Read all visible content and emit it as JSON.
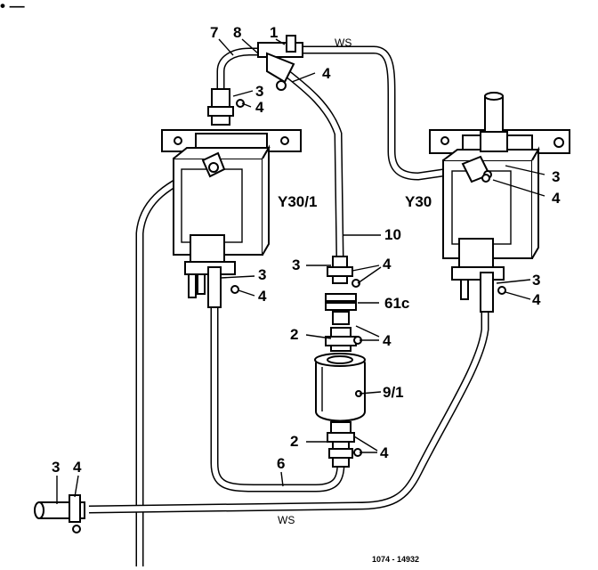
{
  "figure_code": "1074 - 14932",
  "corner_mark": "• —",
  "labels": {
    "l1": "1",
    "l7": "7",
    "l8": "8",
    "ws_top": "WS",
    "l4_top": "4",
    "l3_left": "3",
    "l4_left": "4",
    "l3_right": "3",
    "l4_right": "4",
    "y30_1": "Y30/1",
    "y30": "Y30",
    "l10": "10",
    "l3_mid": "3",
    "l4_mid": "4",
    "l3_lv": "3",
    "l4_lv": "4",
    "l3_rv": "3",
    "l4_rv": "4",
    "l61c": "61c",
    "l2_a": "2",
    "l4_a": "4",
    "l9_1": "9/1",
    "l2_b": "2",
    "l4_b": "4",
    "l6": "6",
    "l3_bl": "3",
    "l4_bl": "4",
    "ws_bottom": "WS"
  }
}
